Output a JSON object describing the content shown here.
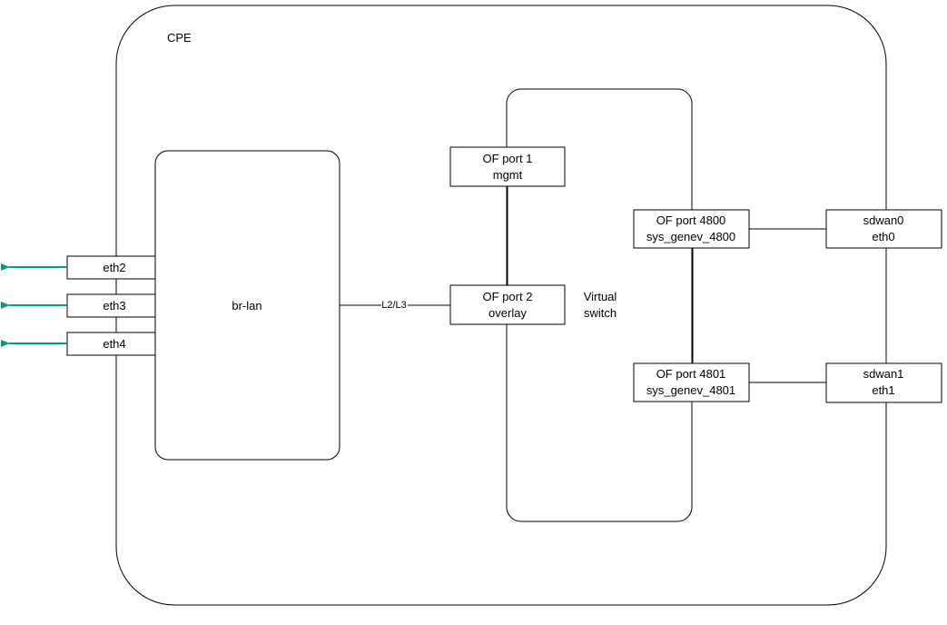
{
  "colors": {
    "line": "#000000",
    "arrow": "#009c86",
    "background": "#ffffff"
  },
  "cpe": {
    "label": "CPE"
  },
  "br_lan": {
    "label": "br-lan"
  },
  "lan_ports": [
    {
      "label": "eth2"
    },
    {
      "label": "eth3"
    },
    {
      "label": "eth4"
    }
  ],
  "link_label": "L2/L3",
  "virtual_switch": {
    "line1": "Virtual",
    "line2": "switch"
  },
  "of_ports": [
    {
      "line1": "OF port 1",
      "line2": "mgmt"
    },
    {
      "line1": "OF port 2",
      "line2": "overlay"
    },
    {
      "line1": "OF port 4800",
      "line2": "sys_genev_4800"
    },
    {
      "line1": "OF port 4801",
      "line2": "sys_genev_4801"
    }
  ],
  "wan_ports": [
    {
      "line1": "sdwan0",
      "line2": "eth0"
    },
    {
      "line1": "sdwan1",
      "line2": "eth1"
    }
  ]
}
